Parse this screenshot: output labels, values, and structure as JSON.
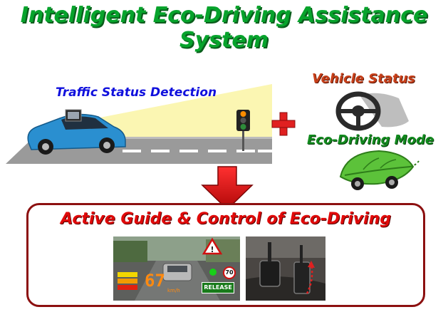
{
  "title": "Intelligent Eco-Driving Assistance System",
  "labels": {
    "traffic_status": "Traffic Status Detection",
    "vehicle_status": "Vehicle Status",
    "eco_mode": "Eco-Driving Mode",
    "active_guide": "Active Guide & Control of Eco-Driving"
  },
  "hud": {
    "release_label": "RELEASE",
    "speed_limit": "70",
    "speed_value": "67",
    "speed_unit": "km/h"
  },
  "colors": {
    "title_green": "#07a32c",
    "traffic_blue": "#1010dd",
    "vehicle_red": "#c8401a",
    "eco_green": "#128a1e",
    "guide_red": "#e00a0a",
    "box_border": "#8c1010",
    "plus_red": "#e02020"
  },
  "icons": {
    "plus": "plus-icon",
    "down_arrow": "down-arrow-icon",
    "car": "car-icon",
    "traffic_light": "traffic-light-icon",
    "steering_wheel": "steering-wheel-icon",
    "eco_leaf_car": "leaf-car-icon"
  }
}
